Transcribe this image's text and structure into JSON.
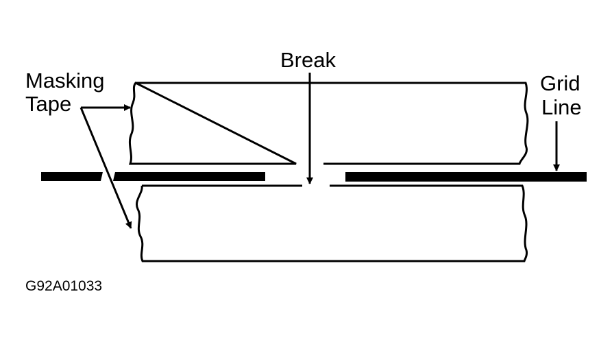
{
  "labels": {
    "masking_tape_line1": "Masking",
    "masking_tape_line2": "Tape",
    "break": "Break",
    "grid_line1": "Grid",
    "grid_line2": "Line"
  },
  "figure_code": "G92A01033",
  "colors": {
    "ink": "#000000",
    "paper": "#ffffff"
  }
}
